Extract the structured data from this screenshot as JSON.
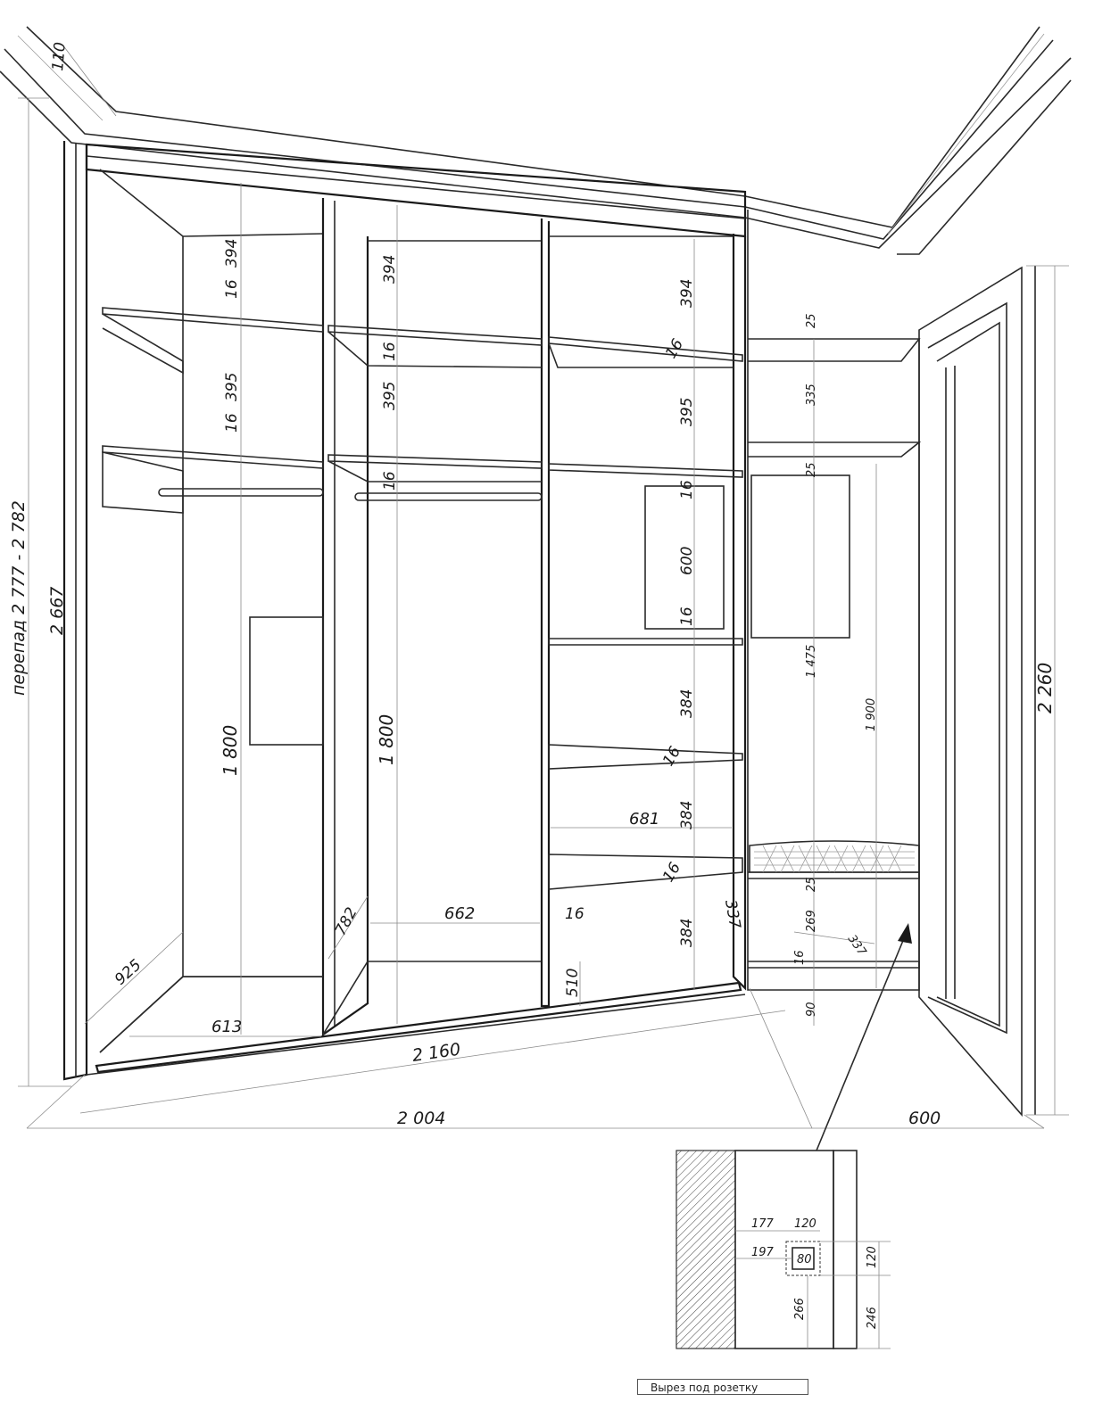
{
  "diagram": {
    "type": "wardrobe-technical-drawing",
    "dimensions": {
      "cornice_110": "110",
      "height_drop": "перепад 2 777 - 2 782",
      "height_2667": "2 667",
      "height_2260": "2 260",
      "top_394_a": "394",
      "top_394_b": "394",
      "top_394_c": "394",
      "shelf_16_a": "16",
      "shelf_16_b": "16",
      "shelf_16_c": "16",
      "shelf_16_d": "16",
      "shelf_16_e": "16",
      "shelf_16_f": "16",
      "shelf_16_g": "16",
      "shelf_16_h": "16",
      "shelf_16_i": "16",
      "shelf_16_j": "16",
      "mid_395_a": "395",
      "mid_395_b": "395",
      "mid_395_c": "395",
      "hang_1800_a": "1 800",
      "hang_1800_b": "1 800",
      "box_600": "600",
      "shelf_384_a": "384",
      "shelf_384_b": "384",
      "shelf_384_c": "384",
      "inner_681": "681",
      "inner_662": "662",
      "depth_782": "782",
      "depth_925": "925",
      "width_613": "613",
      "floor_510": "510",
      "diag_2160": "2 160",
      "wall_2004": "2 004",
      "wall_600": "600",
      "depth_337_a": "337",
      "depth_337_b": "337",
      "right_25_a": "25",
      "right_335": "335",
      "right_25_b": "25",
      "right_1475": "1 475",
      "right_1900": "1 900",
      "right_25_c": "25",
      "right_269": "269",
      "right_16": "16",
      "right_90": "90"
    },
    "detail": {
      "d177": "177",
      "d120_top": "120",
      "d197": "197",
      "d80": "80",
      "d120_side": "120",
      "d266": "266",
      "d246": "246",
      "caption": "Вырез под розетку"
    }
  }
}
